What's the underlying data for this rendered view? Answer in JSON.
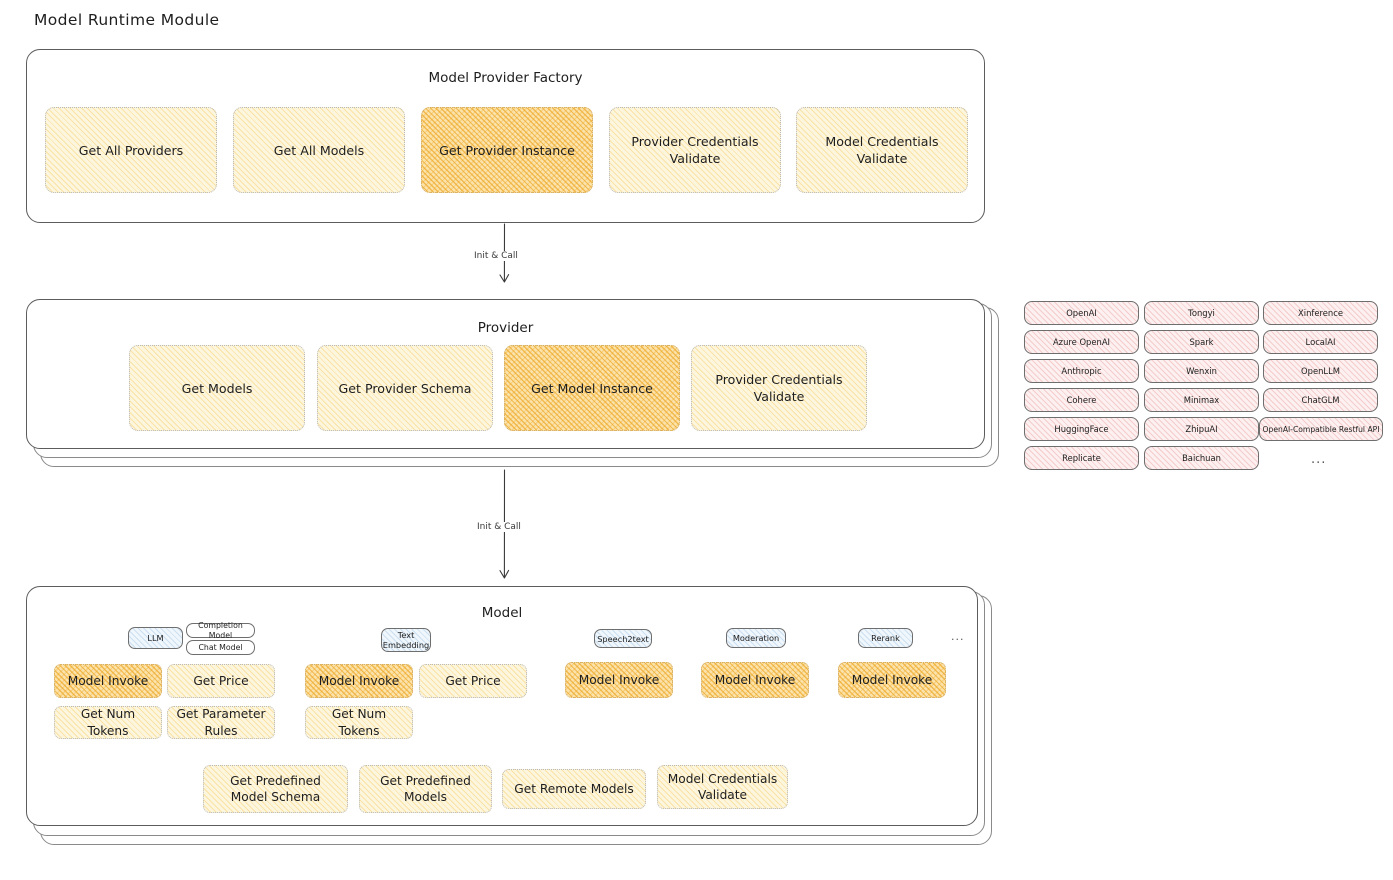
{
  "page": {
    "title": "Model Runtime Module"
  },
  "colors": {
    "node_fill": "#fdf6df",
    "node_fill_highlight": "#fbe3ab",
    "provider_chip_fill": "#fdf0f0",
    "model_tag_fill": "#eff6fc",
    "border": "#5c5c5c",
    "text": "#1e1e1e"
  },
  "factory": {
    "title": "Model Provider Factory",
    "nodes": [
      {
        "label": "Get All Providers",
        "highlight": false
      },
      {
        "label": "Get All Models",
        "highlight": false
      },
      {
        "label": "Get Provider Instance",
        "highlight": true
      },
      {
        "label": "Provider Credentials Validate",
        "highlight": false
      },
      {
        "label": "Model Credentials Validate",
        "highlight": false
      }
    ]
  },
  "arrows": [
    {
      "label": "Init & Call"
    },
    {
      "label": "Init & Call"
    }
  ],
  "provider": {
    "title": "Provider",
    "stack_layers": 3,
    "nodes": [
      {
        "label": "Get Models",
        "highlight": false
      },
      {
        "label": "Get Provider Schema",
        "highlight": false
      },
      {
        "label": "Get Model Instance",
        "highlight": true
      },
      {
        "label": "Provider Credentials Validate",
        "highlight": false
      }
    ]
  },
  "provider_list": {
    "columns": [
      [
        "OpenAI",
        "Azure OpenAI",
        "Anthropic",
        "Cohere",
        "HuggingFace",
        "Replicate"
      ],
      [
        "Tongyi",
        "Spark",
        "Wenxin",
        "Minimax",
        "ZhipuAI",
        "Baichuan"
      ],
      [
        "Xinference",
        "LocalAI",
        "OpenLLM",
        "ChatGLM",
        "OpenAI-Compatible Restful API"
      ]
    ],
    "more_indicator": "..."
  },
  "model": {
    "title": "Model",
    "stack_layers": 3,
    "more_indicator": "...",
    "types": [
      {
        "tag": "LLM",
        "subtags": [
          "Completion Model",
          "Chat Model"
        ],
        "nodes": [
          {
            "label": "Model Invoke",
            "highlight": true
          },
          {
            "label": "Get Price",
            "highlight": false
          },
          {
            "label": "Get Num Tokens",
            "highlight": false
          },
          {
            "label": "Get Parameter Rules",
            "highlight": false
          }
        ]
      },
      {
        "tag": "Text Embedding",
        "subtags": [],
        "nodes": [
          {
            "label": "Model Invoke",
            "highlight": true
          },
          {
            "label": "Get Price",
            "highlight": false
          },
          {
            "label": "Get Num Tokens",
            "highlight": false
          }
        ]
      },
      {
        "tag": "Speech2text",
        "subtags": [],
        "nodes": [
          {
            "label": "Model Invoke",
            "highlight": true
          }
        ]
      },
      {
        "tag": "Moderation",
        "subtags": [],
        "nodes": [
          {
            "label": "Model Invoke",
            "highlight": true
          }
        ]
      },
      {
        "tag": "Rerank",
        "subtags": [],
        "nodes": [
          {
            "label": "Model Invoke",
            "highlight": true
          }
        ]
      }
    ],
    "common_nodes": [
      {
        "label": "Get Predefined Model Schema"
      },
      {
        "label": "Get Predefined Models"
      },
      {
        "label": "Get Remote Models"
      },
      {
        "label": "Model Credentials Validate"
      }
    ]
  }
}
